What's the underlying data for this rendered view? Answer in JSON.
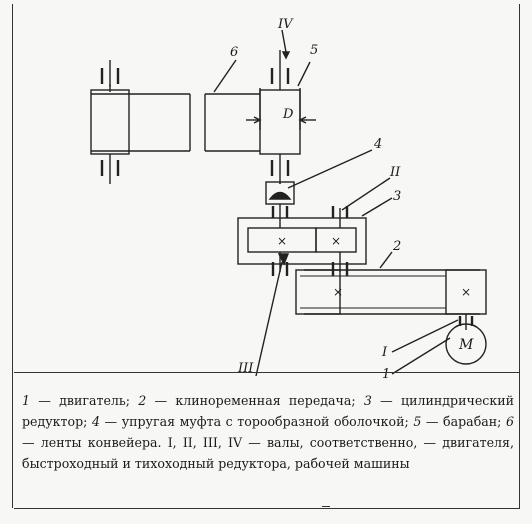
{
  "diagram": {
    "labels": {
      "belt": "6",
      "drum": "5",
      "shaft_iv": "IV",
      "dimension": "D",
      "coupling": "4",
      "shaft_ii": "II",
      "reducer": "3",
      "v_belt": "2",
      "shaft_i": "I",
      "motor_num": "1",
      "motor": "M",
      "shaft_iii": "III",
      "center_mark": "×"
    }
  },
  "caption": {
    "n1": "1",
    "t1": " — двигатель; ",
    "n2": "2",
    "t2": " — клиноременная передача; ",
    "n3": "3",
    "t3": " — цилиндрический редуктор; ",
    "n4": "4",
    "t4": " — упругая муфта с торообразной оболочкой; ",
    "n5": "5",
    "t5": " — барабан; ",
    "n6": "6",
    "t6": " — ленты конвейера. I, II, III, IV — валы, соответственно, — двигателя, быстроходный и тихоходный редуктора, рабочей машины"
  }
}
